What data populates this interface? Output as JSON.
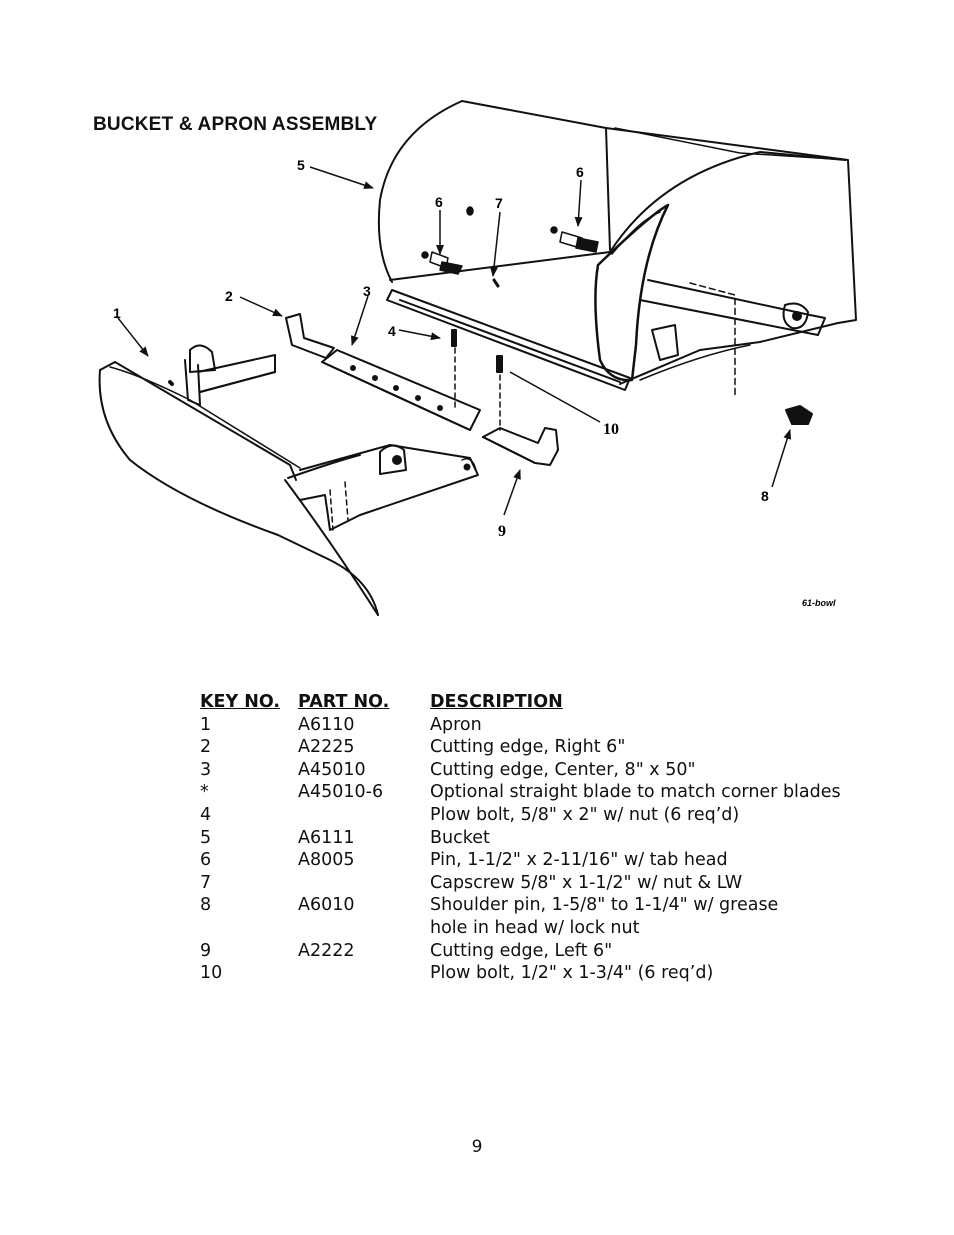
{
  "title": "BUCKET & APRON ASSEMBLY",
  "figure_ref": "61-bowl",
  "callouts": {
    "c1": "1",
    "c2": "2",
    "c3": "3",
    "c4": "4",
    "c5": "5",
    "c6a": "6",
    "c6b": "6",
    "c7": "7",
    "c8": "8",
    "c9": "9",
    "c10": "10"
  },
  "table": {
    "headers": {
      "key": "KEY NO.",
      "part": "PART NO.",
      "desc": "DESCRIPTION"
    },
    "rows": [
      {
        "key": "1",
        "part": "A6110",
        "desc": "Apron"
      },
      {
        "key": "2",
        "part": "A2225",
        "desc": "Cutting edge, Right 6\""
      },
      {
        "key": "3",
        "part": "A45010",
        "desc": "Cutting edge, Center, 8\" x 50\""
      },
      {
        "key": "*",
        "part": "A45010-6",
        "desc": "Optional straight blade to match corner blades"
      },
      {
        "key": "4",
        "part": "",
        "desc": "Plow bolt, 5/8\" x 2\" w/ nut (6 req’d)"
      },
      {
        "key": "5",
        "part": "A6111",
        "desc": "Bucket"
      },
      {
        "key": "6",
        "part": "A8005",
        "desc": "Pin, 1-1/2\" x 2-11/16\" w/ tab head"
      },
      {
        "key": "7",
        "part": "",
        "desc": "Capscrew 5/8\" x 1-1/2\" w/ nut & LW"
      },
      {
        "key": "8",
        "part": "A6010",
        "desc": "Shoulder pin, 1-5/8\" to 1-1/4\" w/ grease"
      },
      {
        "key": "",
        "part": "",
        "desc": "hole in head w/ lock nut"
      },
      {
        "key": "9",
        "part": "A2222",
        "desc": "Cutting edge, Left 6\""
      },
      {
        "key": "10",
        "part": "",
        "desc": "Plow bolt, 1/2\" x 1-3/4\" (6 req’d)"
      }
    ]
  },
  "page_number": "9"
}
